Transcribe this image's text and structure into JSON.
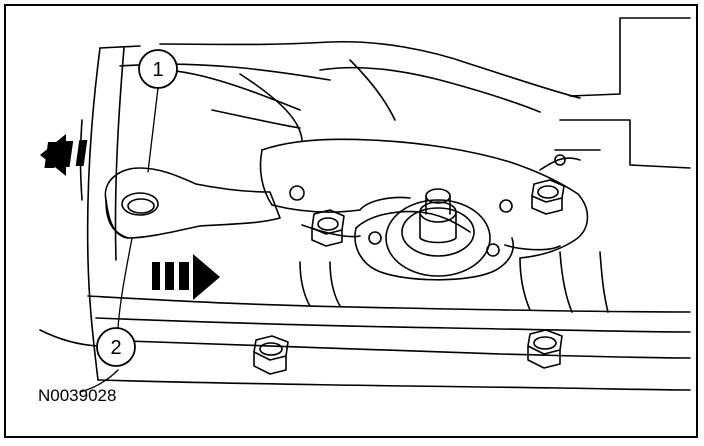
{
  "figure": {
    "figure_id": "N0039028",
    "callouts": [
      {
        "number": "1",
        "target": "lever"
      },
      {
        "number": "2",
        "target": "lever-pivot-edge"
      }
    ],
    "arrows": [
      {
        "direction": "left",
        "color": "#000000"
      },
      {
        "direction": "right",
        "color": "#000000"
      }
    ],
    "colors": {
      "line": "#000000",
      "background": "#ffffff"
    }
  }
}
